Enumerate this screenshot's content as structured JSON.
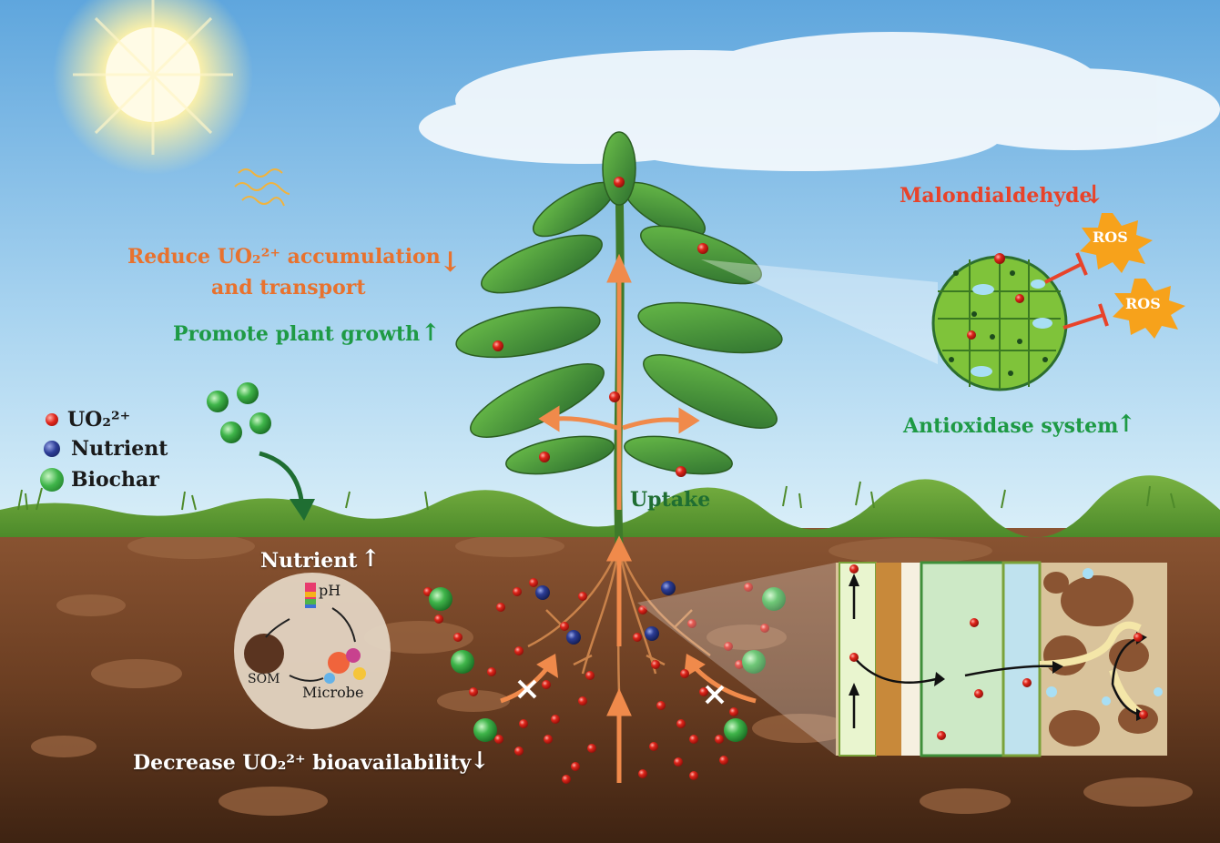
{
  "labels": {
    "reduce_line1": "Reduce UO₂²⁺ accumulation",
    "reduce_line2": "and transport",
    "promote": "Promote plant growth",
    "malondialdehyde": "Malondialdehyde",
    "antioxidase": "Antioxidase system",
    "uptake": "Uptake",
    "nutrient_up": "Nutrient",
    "decrease": "Decrease UO₂²⁺ bioavailability",
    "ros1": "ROS",
    "ros2": "ROS",
    "ph": "pH",
    "som": "SOM",
    "microbe": "Microbe"
  },
  "arrows": {
    "down": "↓",
    "up": "↑"
  },
  "legend": [
    {
      "label": "UO₂²⁺",
      "color": "#e0261b"
    },
    {
      "label": "Nutrient",
      "color": "#283a8c"
    },
    {
      "label": "Biochar",
      "color": "#3fb54a"
    }
  ],
  "colors": {
    "sky": "#8fc3ea",
    "soil": "#7a4a2a",
    "grass": "#6aa43a",
    "leaf": "#3f8f3a",
    "orange_text": "#e8722e",
    "green_text": "#1e9a45",
    "ros": "#f7a21b"
  }
}
